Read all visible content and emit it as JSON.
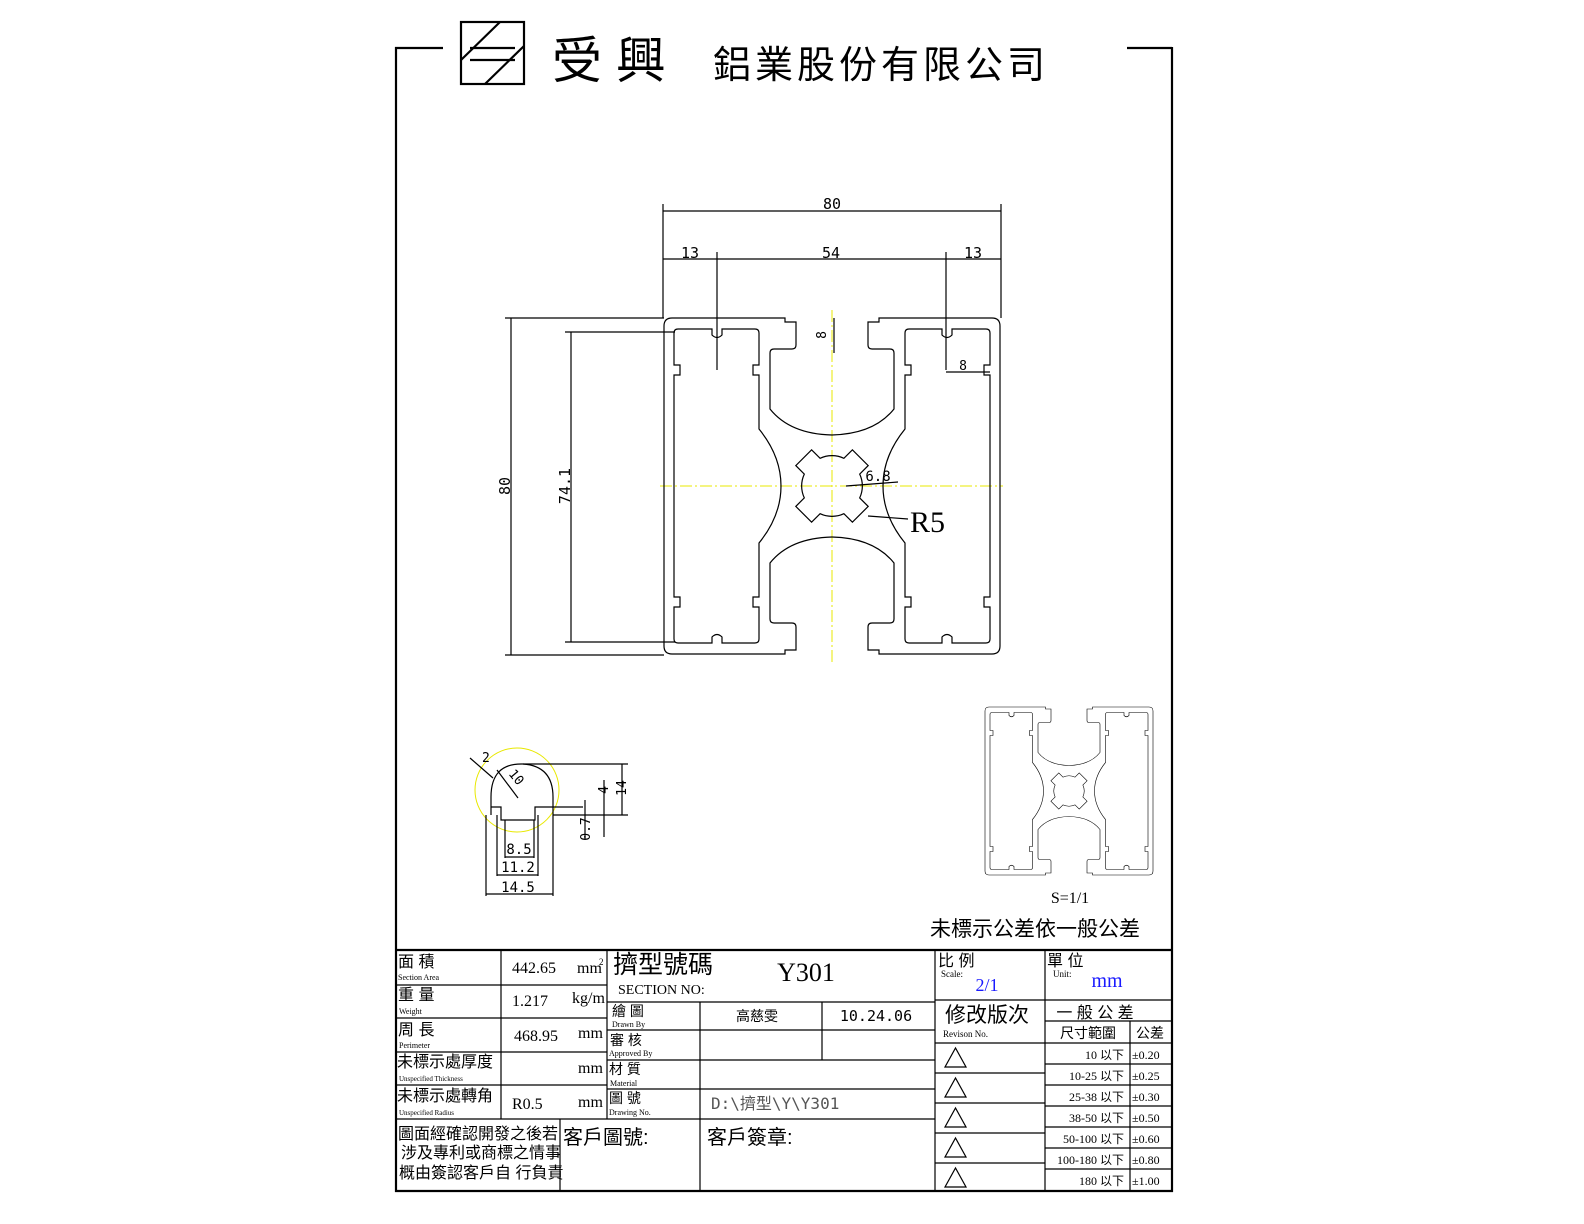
{
  "header": {
    "company_name_large": "受 興",
    "company_name_rest": "鋁業股份有限公司"
  },
  "drawing": {
    "dims": {
      "overall_width": "80",
      "left_slot_offset": "13",
      "center_span": "54",
      "right_slot_offset": "13",
      "overall_height": "80",
      "inner_height": "74.1",
      "slot_depth_top": "8",
      "side_slot_depth": "8",
      "center_bore": "6.8",
      "radius": "R5"
    },
    "detail_dims": {
      "edge": "2",
      "radius": "10",
      "step": "4",
      "height": "14",
      "lip": "0.7",
      "inner_width": "8.5",
      "mid_width": "11.2",
      "outer_width": "14.5"
    },
    "thumbnail_scale": "S=1/1",
    "tolerance_note": "未標示公差依一般公差"
  },
  "title_block": {
    "area_label": "面 積",
    "area_label_en": "Section Area",
    "area_value": "442.65",
    "area_unit": "mm",
    "area_unit_sup": "2",
    "weight_label": "重 量",
    "weight_label_en": "Weight",
    "weight_value": "1.217",
    "weight_unit": "kg/m",
    "perimeter_label": "周 長",
    "perimeter_label_en": "Perimeter",
    "perimeter_value": "468.95",
    "perimeter_unit": "mm",
    "thickness_label": "未標示處厚度",
    "thickness_label_en": "Unspecified Thickness",
    "thickness_unit": "mm",
    "radius_label": "未標示處轉角",
    "radius_label_en": "Unspecified Radius",
    "radius_value": "R0.5",
    "radius_unit": "mm",
    "section_label": "擠型號碼",
    "section_label_en": "SECTION NO:",
    "section_value": "Y301",
    "drawn_label": "繪 圖",
    "drawn_label_en": "Drawn By",
    "drawn_by": "高慈雯",
    "drawn_date": "10.24.06",
    "approved_label": "審 核",
    "approved_label_en": "Approved By",
    "material_label": "材 質",
    "material_label_en": "Material",
    "drawing_no_label": "圖 號",
    "drawing_no_label_en": "Drawing No.",
    "drawing_no_value": "D:\\擠型\\Y\\Y301",
    "disclaimer": [
      "圖面經確認開發之後若",
      "涉及專利或商標之情事",
      "概由簽認客戶自 行負責"
    ],
    "customer_no_label": "客戶圖號:",
    "customer_sign_label": "客戶簽章:",
    "scale_label": "比 例",
    "scale_label_en": "Scale:",
    "scale_value": "2/1",
    "unit_label": "單 位",
    "unit_label_en": "Unit:",
    "unit_value": "mm",
    "revision_label": "修改版次",
    "revision_label_en": "Revison No.",
    "tolerance_title": "一 般 公 差",
    "tolerance_headers": [
      "尺寸範圍",
      "公差"
    ],
    "tolerance_rows": [
      {
        "range": "10  以下",
        "tol": "±0.20"
      },
      {
        "range": "10-25   以下",
        "tol": "±0.25"
      },
      {
        "range": "25-38   以下",
        "tol": "±0.30"
      },
      {
        "range": "38-50   以下",
        "tol": "±0.50"
      },
      {
        "range": "50-100   以下",
        "tol": "±0.60"
      },
      {
        "range": "100-180   以下",
        "tol": "±0.80"
      },
      {
        "range": "180   以下",
        "tol": "±1.00"
      }
    ]
  }
}
